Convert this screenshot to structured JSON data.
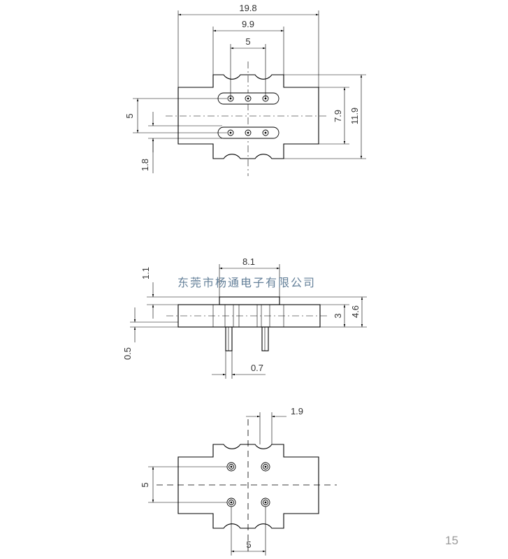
{
  "watermark": "东莞市杨通电子有限公司",
  "page_number": "15",
  "top_view": {
    "dim_width": "19.8",
    "dim_inner": "9.9",
    "dim_pin_pitch": "5",
    "dim_row_pitch": "5",
    "dim_pin_offset": "1.8",
    "dim_body": "7.9",
    "dim_total": "11.9"
  },
  "side_view": {
    "dim_top": "8.1",
    "dim_cap": "1.1",
    "dim_body": "3",
    "dim_height": "4.6",
    "dim_gap": "0.5",
    "dim_pin": "0.7"
  },
  "bottom_view": {
    "dim_notch": "1.9",
    "dim_row_pitch": "5",
    "dim_pin_pitch": "5"
  }
}
